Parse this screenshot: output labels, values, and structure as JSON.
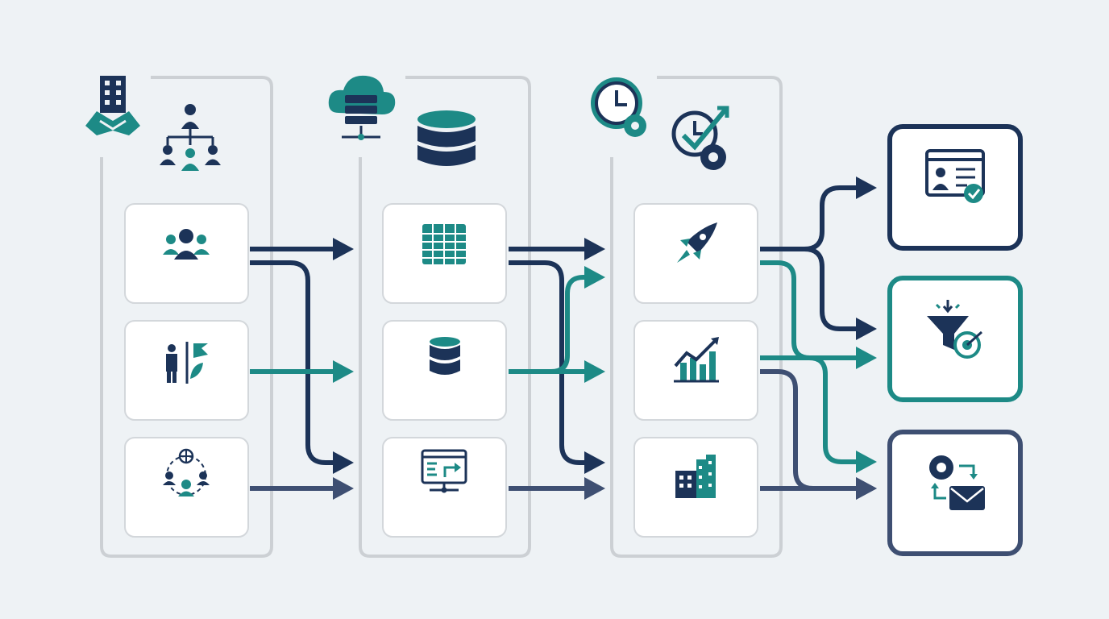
{
  "colors": {
    "navy": "#1c3358",
    "teal": "#1d8a86",
    "slate": "#3e4f72",
    "column_border": "#ccd0d4",
    "card_border": "#d3d7db",
    "background": "#eef2f5"
  },
  "stages": [
    {
      "name": "stakeholders",
      "header_icons": [
        "office-partnership-icon",
        "org-chart-icon"
      ],
      "cards": [
        "team-group-icon",
        "person-strategy-flag-icon",
        "global-network-people-icon"
      ]
    },
    {
      "name": "data",
      "header_icons": [
        "cloud-server-icon",
        "database-icon"
      ],
      "cards": [
        "spreadsheet-icon",
        "database-small-icon",
        "web-data-flow-icon"
      ]
    },
    {
      "name": "process",
      "header_icons": [
        "clock-gear-icon",
        "clock-check-gear-icon"
      ],
      "cards": [
        "rocket-icon",
        "growth-chart-icon",
        "buildings-icon"
      ]
    }
  ],
  "outputs": [
    {
      "name": "verified-profile",
      "icon": "profile-check-icon",
      "color": "navy"
    },
    {
      "name": "funnel-targeting",
      "icon": "funnel-target-icon",
      "color": "teal"
    },
    {
      "name": "automation-mail",
      "icon": "gear-mail-icon",
      "color": "slate"
    }
  ]
}
